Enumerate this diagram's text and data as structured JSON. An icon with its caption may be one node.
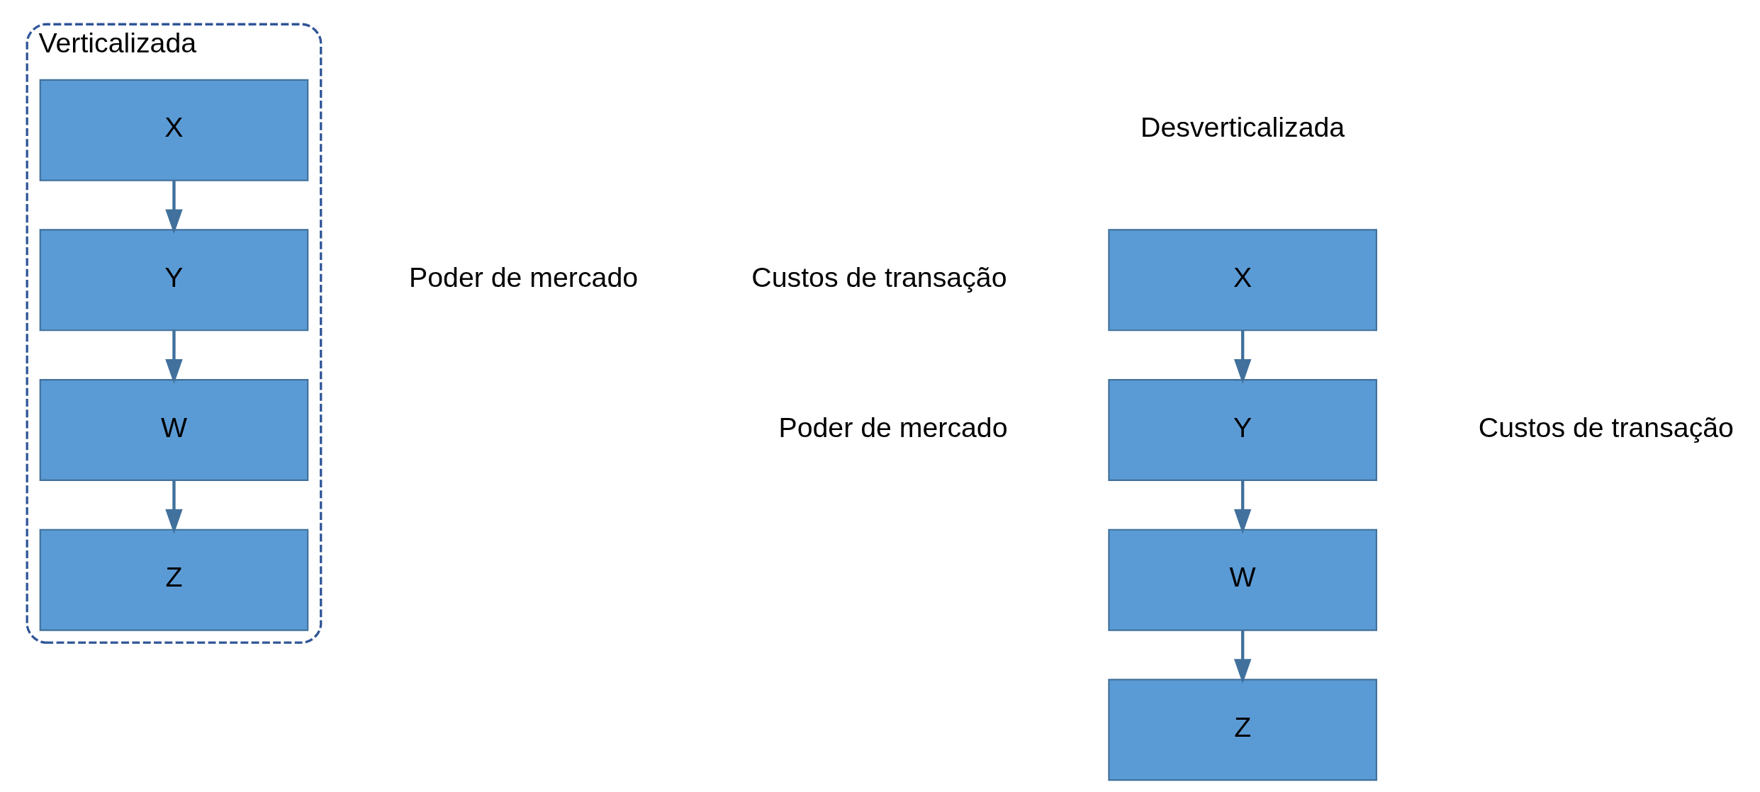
{
  "diagram": {
    "nodes": [
      {
        "text": [
          "Verticalizada"
        ]
      },
      {
        "text": [
          "X"
        ],
        "in": 0
      },
      {
        "text": [
          "Y"
        ],
        "in": 0
      },
      {
        "text": [
          "W"
        ],
        "in": 0
      },
      {
        "text": [
          "Z"
        ],
        "in": 0
      },
      {
        "text": [
          "X"
        ]
      },
      {
        "text": [
          "Y"
        ]
      },
      {
        "text": [
          "W"
        ]
      },
      {
        "text": [
          "Z"
        ]
      }
    ],
    "edges": [
      {
        "from": 1,
        "to": 2,
        "arrow": "to"
      },
      {
        "from": 2,
        "to": 3,
        "arrow": "to"
      },
      {
        "from": 3,
        "to": 4,
        "arrow": "to"
      },
      {
        "from": 5,
        "to": 6,
        "arrow": "to"
      },
      {
        "from": 6,
        "to": 7,
        "arrow": "to"
      },
      {
        "from": 7,
        "to": 8,
        "arrow": "to"
      }
    ],
    "labels": [
      "Desverticalizada",
      "Poder de mercado",
      "Custos de transação",
      "Poder de mercado",
      "Custos de transação"
    ]
  }
}
